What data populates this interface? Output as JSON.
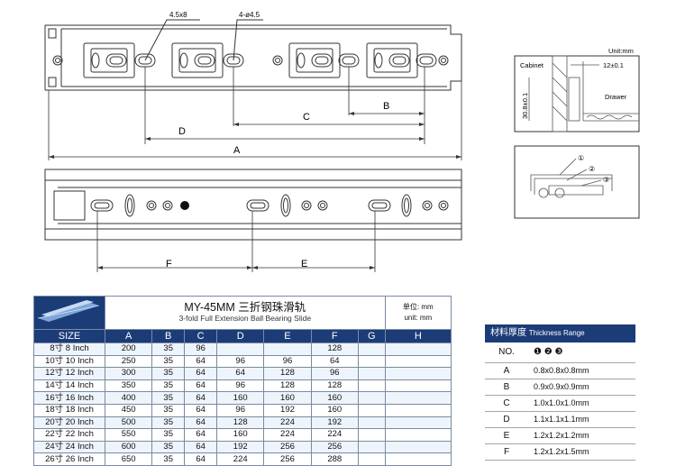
{
  "drawing": {
    "callout_left": "4.5x8",
    "callout_right": "4-ø4.5",
    "dim_a": "A",
    "dim_b": "B",
    "dim_c": "C",
    "dim_d": "D",
    "dim_e": "E",
    "dim_f": "F"
  },
  "section": {
    "unit": "Unit:mm",
    "cabinet": "Cabinet",
    "drawer": "Drawer",
    "gap": "12±0.1",
    "height": "30.8±0.1",
    "parts": [
      "①",
      "②",
      "③"
    ]
  },
  "table": {
    "title_main": "MY-45MM 三折钢珠滑轨",
    "title_sub": "3-fold Full Extension Ball Bearing Slide",
    "unit_cn": "单位: mm",
    "unit_en": "unit: mm",
    "headers": [
      "SIZE",
      "A",
      "B",
      "C",
      "D",
      "E",
      "F",
      "G",
      "H"
    ],
    "rows": [
      [
        "8寸 8 Inch",
        "200",
        "35",
        "96",
        "",
        "",
        "128",
        "",
        ""
      ],
      [
        "10寸 10 Inch",
        "250",
        "35",
        "64",
        "96",
        "96",
        "64",
        "",
        ""
      ],
      [
        "12寸 12 Inch",
        "300",
        "35",
        "64",
        "64",
        "128",
        "96",
        "",
        ""
      ],
      [
        "14寸 14 Inch",
        "350",
        "35",
        "64",
        "96",
        "128",
        "128",
        "",
        ""
      ],
      [
        "16寸 16 Inch",
        "400",
        "35",
        "64",
        "160",
        "160",
        "160",
        "",
        ""
      ],
      [
        "18寸 18 Inch",
        "450",
        "35",
        "64",
        "96",
        "192",
        "160",
        "",
        ""
      ],
      [
        "20寸 20 Inch",
        "500",
        "35",
        "64",
        "128",
        "224",
        "192",
        "",
        ""
      ],
      [
        "22寸 22 Inch",
        "550",
        "35",
        "64",
        "160",
        "224",
        "224",
        "",
        ""
      ],
      [
        "24寸 24 Inch",
        "600",
        "35",
        "64",
        "192",
        "256",
        "256",
        "",
        ""
      ],
      [
        "26寸 26 Inch",
        "650",
        "35",
        "64",
        "224",
        "256",
        "288",
        "",
        ""
      ]
    ]
  },
  "thickness": {
    "title_cn": "材料厚度",
    "title_en": "Thickness Range",
    "no_label": "NO.",
    "no_marks": "❶ ❷ ❸",
    "rows": [
      {
        "k": "A",
        "v": "0.8x0.8x0.8mm"
      },
      {
        "k": "B",
        "v": "0.9x0.9x0.9mm"
      },
      {
        "k": "C",
        "v": "1.0x1.0x1.0mm"
      },
      {
        "k": "D",
        "v": "1.1x1.1x1.1mm"
      },
      {
        "k": "E",
        "v": "1.2x1.2x1.2mm"
      },
      {
        "k": "F",
        "v": "1.2x1.2x1.5mm"
      }
    ]
  }
}
